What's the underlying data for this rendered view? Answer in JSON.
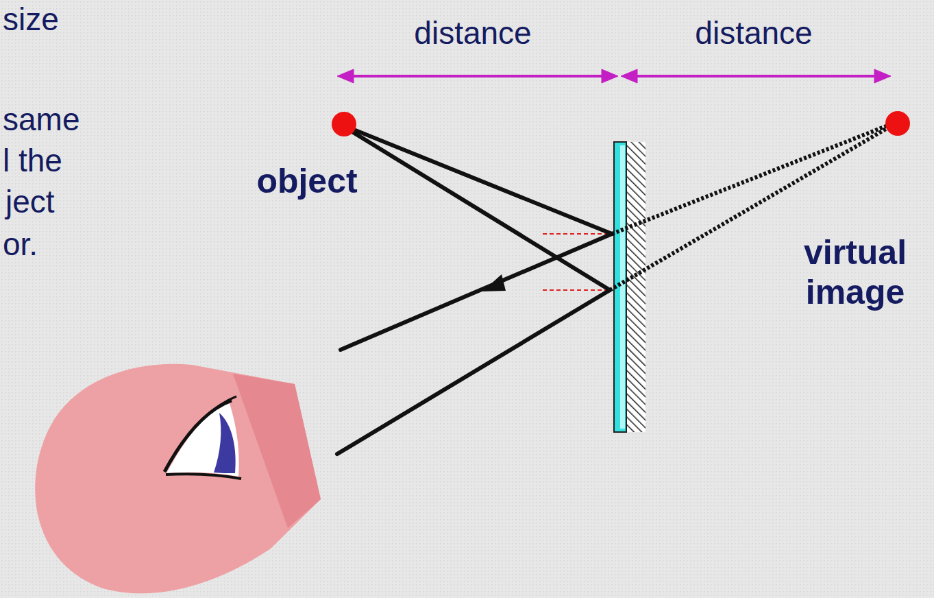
{
  "diagram": {
    "labels": [
      "size",
      "distance",
      "distance",
      "same",
      "l the",
      "object",
      "ject",
      "or.",
      "virtual image"
    ]
  }
}
